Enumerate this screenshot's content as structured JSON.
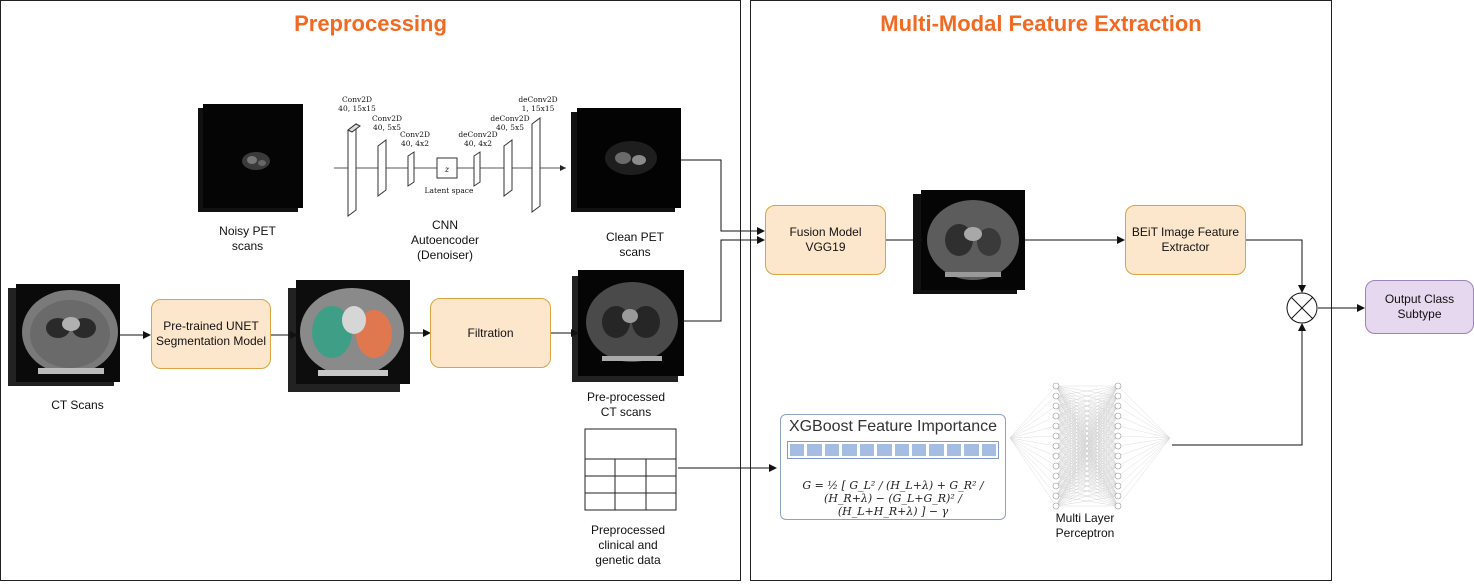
{
  "panels": {
    "preprocessing": {
      "title": "Preprocessing"
    },
    "feature_extraction": {
      "title": "Multi-Modal Feature Extraction"
    }
  },
  "labels": {
    "noisy_pet": "Noisy PET\nscans",
    "cnn": "CNN\nAutoencoder\n(Denoiser)",
    "clean_pet": "Clean PET\nscans",
    "ct_scans": "CT Scans",
    "preprocessed_ct": "Pre-processed\nCT scans",
    "clinical": "Preprocessed\nclinical and\ngenetic data",
    "mlp": "Multi Layer\nPerceptron"
  },
  "nodes": {
    "unet": "Pre-trained UNET\nSegmentation Model",
    "filtration": "Filtration",
    "fusion": "Fusion Model\nVGG19",
    "beit": "BEiT Image Feature\nExtractor",
    "output": "Output Class\nSubtype"
  },
  "cnn_layers": {
    "conv1": [
      "Conv2D",
      "40, 15x15"
    ],
    "conv2": [
      "Conv2D",
      "40, 5x5"
    ],
    "conv3": [
      "Conv2D",
      "40, 4x2"
    ],
    "latent_symbol": "z",
    "latent": "Latent space",
    "deconv1": [
      "deConv2D",
      "40, 4x2"
    ],
    "deconv2": [
      "deConv2D",
      "40, 5x5"
    ],
    "deconv3": [
      "deConv2D",
      "1, 15x15"
    ]
  },
  "xgboost": {
    "title": "XGBoost Feature Importance",
    "formula": "G = ½ [ G_L² / (H_L+λ) + G_R² / (H_R+λ) − (G_L+G_R)² / (H_L+H_R+λ) ] − γ"
  },
  "operator": {
    "symbol": "⊗"
  },
  "colors": {
    "title": "#f26a22",
    "node_fill": "#fde7cc",
    "node_border": "#d9a441",
    "output_fill": "#e6d8ef",
    "xgb_bar": "#a6bde3",
    "left_lung": "#3f9f86",
    "right_lung": "#e0784f"
  }
}
